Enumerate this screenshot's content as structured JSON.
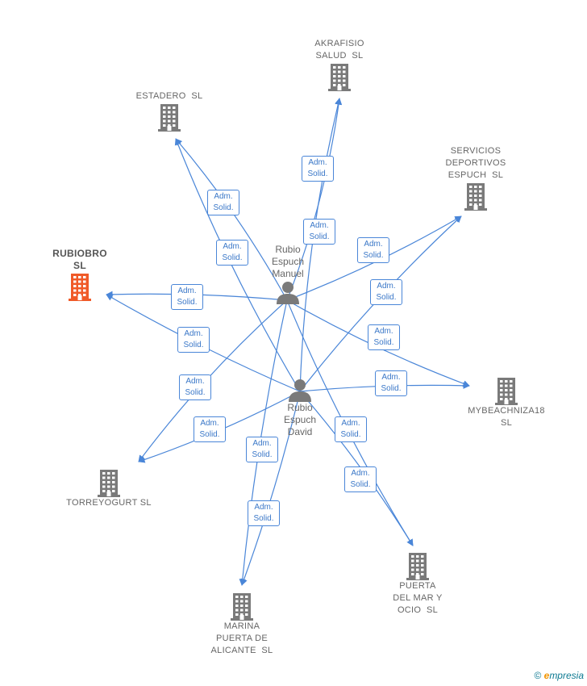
{
  "colors": {
    "edge": "#4a86d8",
    "node": "#7a7a7a",
    "highlight": "#f05a28"
  },
  "persons": [
    {
      "id": "manuel",
      "label": "Rubio\nEspuch\nManuel"
    },
    {
      "id": "david",
      "label": "Rubio\nEspuch\nDavid"
    }
  ],
  "companies": [
    {
      "id": "akrafisio",
      "label": "AKRAFISIO\nSALUD  SL",
      "highlight": false
    },
    {
      "id": "estadero",
      "label": "ESTADERO  SL",
      "highlight": false
    },
    {
      "id": "servicios",
      "label": "SERVICIOS\nDEPORTIVOS\nESPUCH  SL",
      "highlight": false
    },
    {
      "id": "rubiobro",
      "label": "RUBIOBRO\nSL",
      "highlight": true
    },
    {
      "id": "mybeach",
      "label": "MYBEACHNIZA18\nSL",
      "highlight": false
    },
    {
      "id": "torreyogurt",
      "label": "TORREYOGURT SL",
      "highlight": false
    },
    {
      "id": "marina",
      "label": "MARINA\nPUERTA DE\nALICANTE  SL",
      "highlight": false
    },
    {
      "id": "puerta",
      "label": "PUERTA\nDEL MAR Y\nOCIO  SL",
      "highlight": false
    }
  ],
  "relations": [
    {
      "from": "manuel",
      "to": "akrafisio",
      "role": [
        "Adm.",
        "Solid."
      ]
    },
    {
      "from": "david",
      "to": "akrafisio",
      "role": [
        "Adm.",
        "Solid."
      ]
    },
    {
      "from": "manuel",
      "to": "estadero",
      "role": [
        "Adm.",
        "Solid."
      ]
    },
    {
      "from": "david",
      "to": "estadero",
      "role": [
        "Adm.",
        "Solid."
      ]
    },
    {
      "from": "manuel",
      "to": "servicios",
      "role": [
        "Adm.",
        "Solid."
      ]
    },
    {
      "from": "david",
      "to": "servicios",
      "role": [
        "Adm.",
        "Solid."
      ]
    },
    {
      "from": "manuel",
      "to": "rubiobro",
      "role": [
        "Adm.",
        "Solid."
      ]
    },
    {
      "from": "david",
      "to": "rubiobro",
      "role": [
        "Adm.",
        "Solid."
      ]
    },
    {
      "from": "manuel",
      "to": "mybeach",
      "role": [
        "Adm.",
        "Solid."
      ]
    },
    {
      "from": "david",
      "to": "mybeach",
      "role": [
        "Adm.",
        "Solid."
      ]
    },
    {
      "from": "manuel",
      "to": "torreyogurt",
      "role": [
        "Adm.",
        "Solid."
      ]
    },
    {
      "from": "david",
      "to": "torreyogurt",
      "role": [
        "Adm.",
        "Solid."
      ]
    },
    {
      "from": "manuel",
      "to": "marina",
      "role": [
        "Adm.",
        "Solid."
      ]
    },
    {
      "from": "david",
      "to": "marina",
      "role": [
        "Adm.",
        "Solid."
      ]
    },
    {
      "from": "manuel",
      "to": "puerta",
      "role": [
        "Adm.",
        "Solid."
      ]
    },
    {
      "from": "david",
      "to": "puerta",
      "role": [
        "Adm.",
        "Solid."
      ]
    }
  ],
  "footer": {
    "copyright": "©",
    "brand_initial": "e",
    "brand_rest": "mpresia"
  }
}
